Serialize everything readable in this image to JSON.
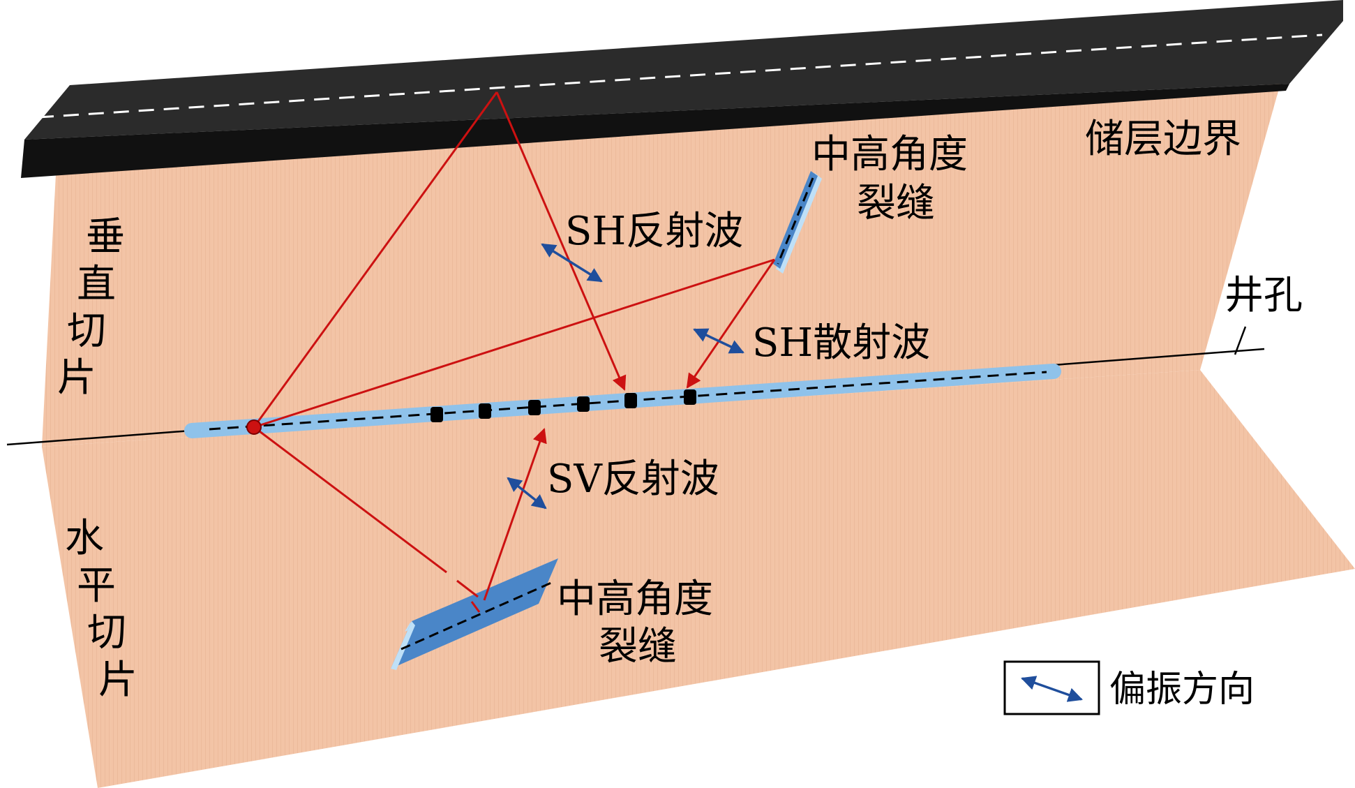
{
  "labels": {
    "reservoir_boundary": "储层边界",
    "fracture_upper_line1": "中高角度",
    "fracture_upper_line2": "裂缝",
    "fracture_lower_line1": "中高角度",
    "fracture_lower_line2": "裂缝",
    "sh_reflected": "SH反射波",
    "sh_scattered": "SH散射波",
    "sv_reflected": "SV反射波",
    "vertical_slice": [
      "垂",
      "直",
      "切",
      "片"
    ],
    "horizontal_slice": [
      "水",
      "平",
      "切",
      "片"
    ],
    "borehole": "井孔",
    "legend_polarization": "偏振方向"
  },
  "colors": {
    "plane_fill": "#f3c4a6",
    "boundary_fill": "#2b2b2b",
    "borehole_fill": "#8fc2ea",
    "ray": "#cc1111",
    "polarization_arrow": "#1f4e9c",
    "fracture_fill": "#4a86c8",
    "fracture_edge": "#bfe0f7",
    "receiver": "#000000"
  }
}
